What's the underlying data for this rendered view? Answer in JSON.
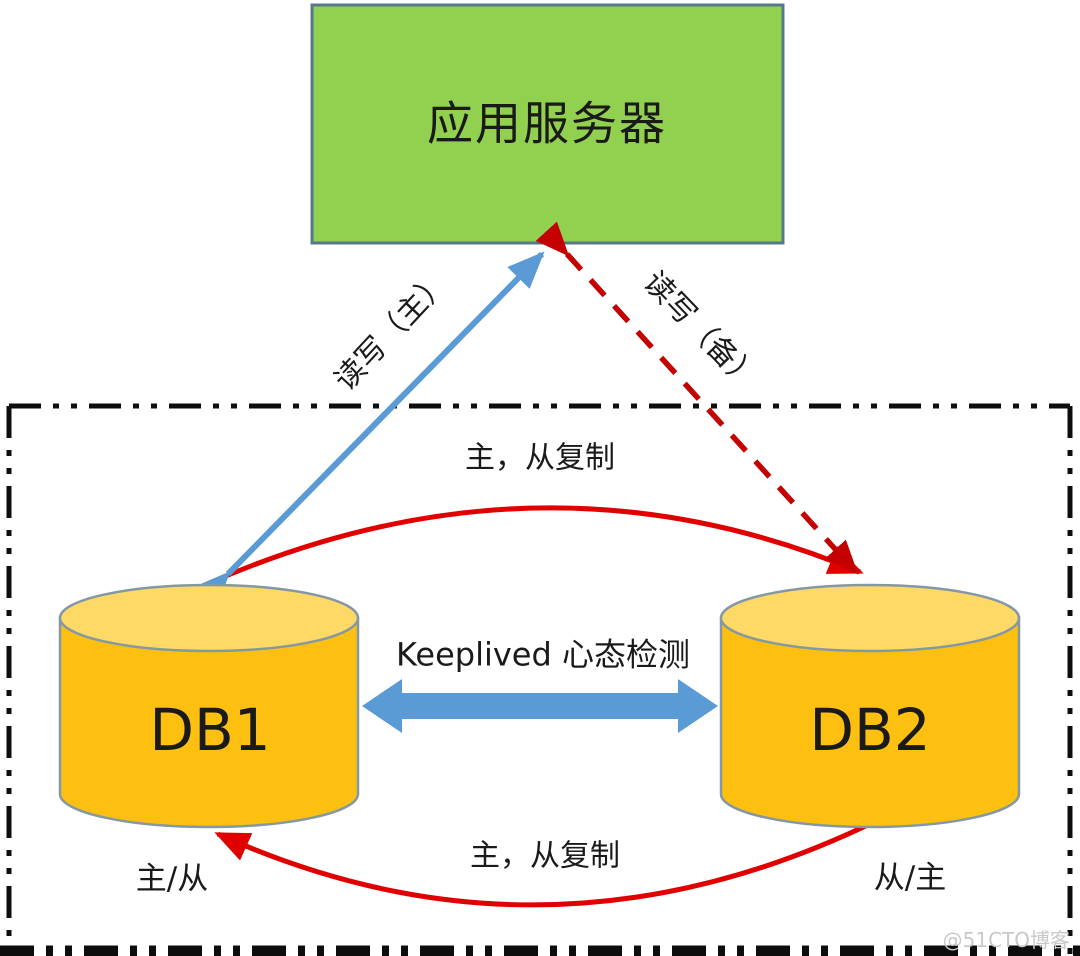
{
  "colors": {
    "app_server_fill": "#92d050",
    "app_server_border": "#54788a",
    "db_body_fill": "#fdc010",
    "db_top_fill": "#ffd966",
    "db_border": "#8497a4",
    "blue_arrow": "#5b9bd5",
    "red_solid": "#e00000",
    "red_dashed": "#c40000",
    "boundary_black": "#0d0d0d",
    "watermark_gray": "#c9c9c9"
  },
  "app_server": {
    "label": "应用服务器"
  },
  "databases": [
    {
      "label": "DB1",
      "role": "主/从"
    },
    {
      "label": "DB2",
      "role": "从/主"
    }
  ],
  "arrows": {
    "read_write_primary_label": "读写（主）",
    "read_write_backup_label": "读写（备）",
    "replication_top_label": "主，从复制",
    "replication_bottom_label": "主，从复制",
    "heartbeat_label": "Keeplived 心态检测"
  },
  "watermark": "@51CTO博客"
}
